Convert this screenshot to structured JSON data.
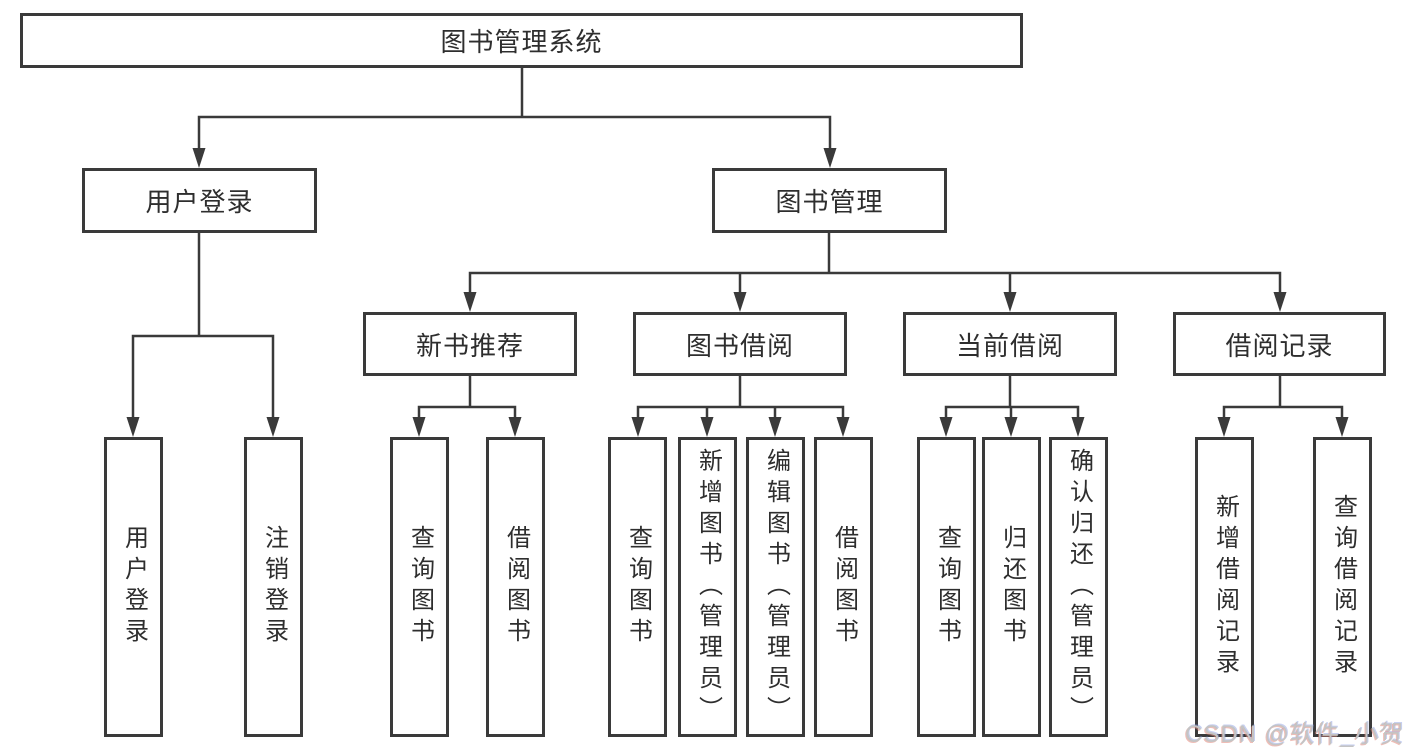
{
  "diagram": {
    "root": "图书管理系统",
    "user_login": {
      "label": "用户登录",
      "children": [
        "用户登录",
        "注销登录"
      ]
    },
    "book_mgmt": {
      "label": "图书管理",
      "sections": [
        {
          "label": "新书推荐",
          "children": [
            "查询图书",
            "借阅图书"
          ]
        },
        {
          "label": "图书借阅",
          "children": [
            "查询图书",
            "新增图书（管理员）",
            "编辑图书（管理员）",
            "借阅图书"
          ]
        },
        {
          "label": "当前借阅",
          "children": [
            "查询图书",
            "归还图书",
            "确认归还（管理员）"
          ]
        },
        {
          "label": "借阅记录",
          "children": [
            "新增借阅记录",
            "查询借阅记录"
          ]
        }
      ]
    }
  },
  "watermark": "CSDN @软件_小贺同学",
  "colors": {
    "line": "#3a3a3a",
    "box_border": "#3a3a3a",
    "text": "#2e2e2e",
    "background": "#ffffff",
    "watermark": "#c4c4c4"
  }
}
